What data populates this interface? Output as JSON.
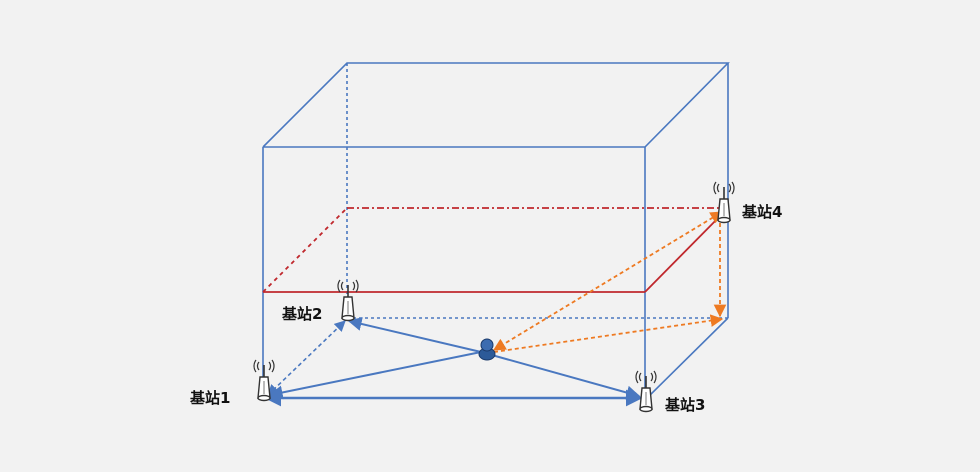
{
  "stations": [
    {
      "id": "bs1",
      "label": "基站1"
    },
    {
      "id": "bs2",
      "label": "基站2"
    },
    {
      "id": "bs3",
      "label": "基站3"
    },
    {
      "id": "bs4",
      "label": "基站4"
    }
  ],
  "colors": {
    "background": "#f2f2f2",
    "box_edges": "#4a78c0",
    "red_plane": "#c0282d",
    "orange_arrows": "#ee7a22",
    "blue_arrows": "#4a78c0",
    "tag": "#2c5a98"
  },
  "icons": {
    "station": "antenna-base-station-icon",
    "tag": "person-tag-icon"
  }
}
